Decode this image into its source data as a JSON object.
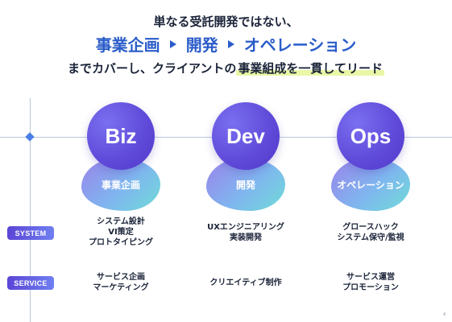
{
  "header": {
    "line1": "単なる受託開発ではない、",
    "phases": [
      "事業企画",
      "開発",
      "オペレーション"
    ],
    "line3_prefix": "までカバーし、クライアントの",
    "line3_highlight": "事業組成を一貫してリード"
  },
  "columns": [
    {
      "label": "Biz",
      "sub": "事業企画"
    },
    {
      "label": "Dev",
      "sub": "開発"
    },
    {
      "label": "Ops",
      "sub": "オペレーション"
    }
  ],
  "rows": [
    {
      "tag": "SYSTEM",
      "cells": [
        [
          "システム設計",
          "VI策定",
          "プロトタイピング"
        ],
        [
          "UXエンジニアリング",
          "実装開発"
        ],
        [
          "グロースハック",
          "システム保守/監視"
        ]
      ]
    },
    {
      "tag": "SERVICE",
      "cells": [
        [
          "サービス企画",
          "マーケティング"
        ],
        [
          "クリエイティブ制作"
        ],
        [
          "サービス運営",
          "プロモーション"
        ]
      ]
    }
  ],
  "colors": {
    "accent": "#2a5cc9",
    "circle": "#5e49d8",
    "highlight": "#e9f7a6"
  },
  "footer": {
    "page": "4"
  }
}
